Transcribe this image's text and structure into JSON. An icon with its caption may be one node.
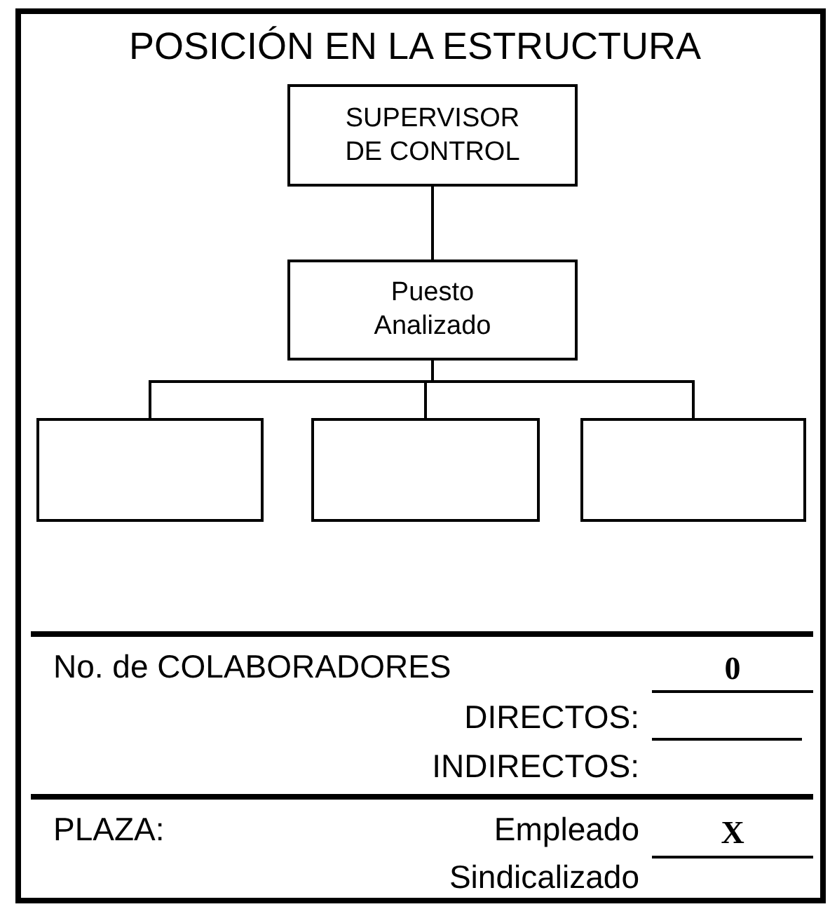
{
  "diagram": {
    "title": "POSICIÓN EN LA ESTRUCTURA",
    "nodes": [
      {
        "text": [
          "SUPERVISOR DE CONTROL"
        ]
      },
      {
        "text": [
          "Puesto Analizado"
        ]
      },
      {
        "text": [],
        "shape": "box"
      },
      {
        "text": [],
        "shape": "box"
      },
      {
        "text": [],
        "shape": "box"
      }
    ],
    "edges": [
      {
        "from": 0,
        "to": 1,
        "arrow": "none"
      },
      {
        "from": 1,
        "to": 2,
        "arrow": "none"
      },
      {
        "from": 1,
        "to": 3,
        "arrow": "none"
      },
      {
        "from": 1,
        "to": 4,
        "arrow": "none"
      }
    ],
    "labels": [
      "No. de COLABORADORES",
      "0",
      "DIRECTOS:",
      "INDIRECTOS:",
      "PLAZA:",
      "Empleado",
      "X",
      "Sindicalizado"
    ]
  }
}
